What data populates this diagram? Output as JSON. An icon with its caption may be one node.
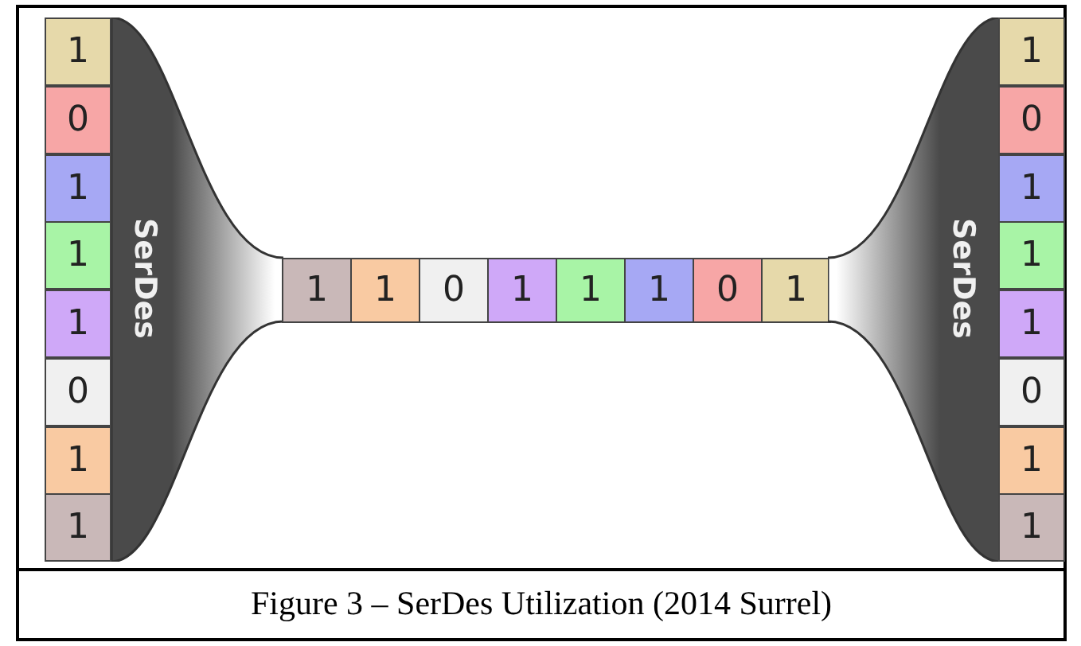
{
  "diagram": {
    "caption": "Figure 3 – SerDes Utilization (2014 Surrel)",
    "nodes": [
      {
        "text": [
          "SerDes"
        ]
      },
      {
        "text": [
          "1"
        ]
      },
      {
        "text": [
          "0"
        ]
      },
      {
        "text": [
          "1"
        ]
      },
      {
        "text": [
          "1"
        ]
      },
      {
        "text": [
          "1"
        ]
      },
      {
        "text": [
          "0"
        ]
      },
      {
        "text": [
          "1"
        ]
      },
      {
        "text": [
          "1"
        ]
      },
      {
        "text": [
          "1"
        ]
      },
      {
        "text": [
          "1"
        ]
      },
      {
        "text": [
          "0"
        ]
      },
      {
        "text": [
          "1"
        ]
      },
      {
        "text": [
          "1"
        ]
      },
      {
        "text": [
          "1"
        ]
      },
      {
        "text": [
          "0"
        ]
      },
      {
        "text": [
          "1"
        ]
      },
      {
        "text": [
          "SerDes"
        ]
      },
      {
        "text": [
          "1"
        ]
      },
      {
        "text": [
          "0"
        ]
      },
      {
        "text": [
          "1"
        ]
      },
      {
        "text": [
          "1"
        ]
      },
      {
        "text": [
          "1"
        ]
      },
      {
        "text": [
          "0"
        ]
      },
      {
        "text": [
          "1"
        ]
      },
      {
        "text": [
          "1"
        ]
      }
    ]
  }
}
